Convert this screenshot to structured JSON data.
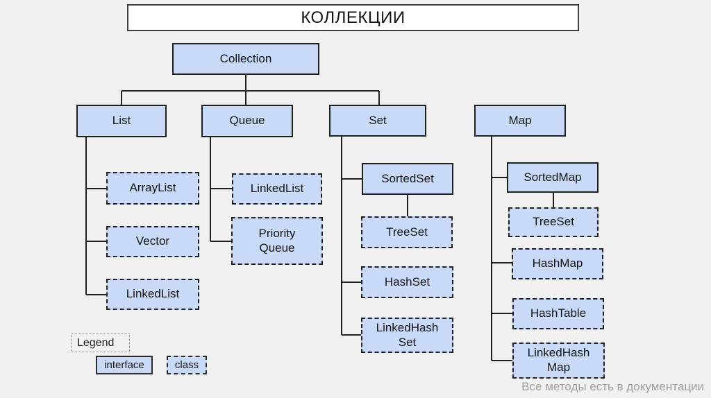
{
  "slide": {
    "title": "КОЛЛЕКЦИИ",
    "footer_note": "Все методы есть в документации"
  },
  "legend": {
    "label": "Legend",
    "interface_label": "interface",
    "class_label": "class"
  },
  "diagram": {
    "nodes": {
      "collection": {
        "label": "Collection",
        "type": "interface"
      },
      "list": {
        "label": "List",
        "type": "interface"
      },
      "queue": {
        "label": "Queue",
        "type": "interface"
      },
      "set": {
        "label": "Set",
        "type": "interface"
      },
      "map": {
        "label": "Map",
        "type": "interface"
      },
      "arraylist": {
        "label": "ArrayList",
        "type": "class"
      },
      "vector": {
        "label": "Vector",
        "type": "class"
      },
      "linkedlist_list": {
        "label": "LinkedList",
        "type": "class"
      },
      "linkedlist_queue": {
        "label": "LinkedList",
        "type": "class"
      },
      "priority_queue": {
        "label": [
          "Priority",
          "Queue"
        ],
        "type": "class"
      },
      "sortedset": {
        "label": "SortedSet",
        "type": "interface"
      },
      "treeset_set": {
        "label": "TreeSet",
        "type": "class"
      },
      "hashset": {
        "label": "HashSet",
        "type": "class"
      },
      "linkedhashset": {
        "label": [
          "LinkedHash",
          "Set"
        ],
        "type": "class"
      },
      "sortedmap": {
        "label": "SortedMap",
        "type": "interface"
      },
      "treeset_map": {
        "label": "TreeSet",
        "type": "class"
      },
      "hashmap": {
        "label": "HashMap",
        "type": "class"
      },
      "hashtable": {
        "label": "HashTable",
        "type": "class"
      },
      "linkedhashmap": {
        "label": [
          "LinkedHash",
          "Map"
        ],
        "type": "class"
      }
    },
    "edges": [
      [
        "Collection",
        "List"
      ],
      [
        "Collection",
        "Queue"
      ],
      [
        "Collection",
        "Set"
      ],
      [
        "List",
        "ArrayList"
      ],
      [
        "List",
        "Vector"
      ],
      [
        "List",
        "LinkedList"
      ],
      [
        "Queue",
        "LinkedList"
      ],
      [
        "Queue",
        "Priority Queue"
      ],
      [
        "Set",
        "SortedSet"
      ],
      [
        "SortedSet",
        "TreeSet"
      ],
      [
        "Set",
        "HashSet"
      ],
      [
        "Set",
        "LinkedHashSet"
      ],
      [
        "Map",
        "SortedMap"
      ],
      [
        "SortedMap",
        "TreeSet"
      ],
      [
        "Map",
        "HashMap"
      ],
      [
        "Map",
        "HashTable"
      ],
      [
        "Map",
        "LinkedHashMap"
      ]
    ]
  },
  "colors": {
    "background": "#f1f1f1",
    "node_fill": "#c9daf8",
    "node_border": "#1f1f1f",
    "title_fill": "#ffffff",
    "footer_text": "#9e9e9e"
  }
}
